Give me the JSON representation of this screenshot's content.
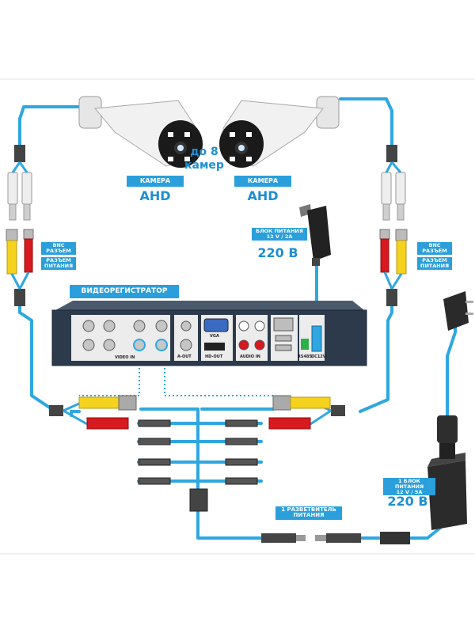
{
  "camera_left": {
    "label": "КАМЕРА",
    "type": "AHD"
  },
  "camera_right": {
    "label": "КАМЕРА",
    "type": "AHD"
  },
  "camera_count": {
    "line1": "до 8",
    "line2": "камер"
  },
  "bnc_left": {
    "line1": "BNC",
    "line2": "РАЗЪЕМ"
  },
  "power_left": {
    "line1": "РАЗЪЕМ",
    "line2": "ПИТАНИЯ"
  },
  "bnc_right": {
    "line1": "BNC",
    "line2": "РАЗЪЕМ"
  },
  "power_right": {
    "line1": "РАЗЪЕМ",
    "line2": "ПИТАНИЯ"
  },
  "psu_small": {
    "line1": "БЛОК ПИТАНИЯ",
    "line2": "12 V / 2A",
    "voltage": "220 В"
  },
  "dvr": {
    "title": "ВИДЕОРЕГИСТРАТОР",
    "ports": {
      "video_in": "VIDEO IN",
      "vga": "VGA",
      "hd_out": "HD-OUT",
      "a_out": "A-OUT",
      "audio_in": "AUDIO IN",
      "rs485": "RS485",
      "dc12v": "DC12V"
    }
  },
  "psu_big": {
    "line1": "1 БЛОК ПИТАНИЯ",
    "line2": "12 V / 5A",
    "voltage": "220 В"
  },
  "splitter": {
    "line1": "1 РАЗВЕТВИТЕЛЬ",
    "line2": "ПИТАНИЯ"
  },
  "colors": {
    "cable": "#2fa7e0",
    "tag_bg": "#2a9fdb",
    "dvr_body": "#2c3a4c",
    "bnc_yellow": "#f5d21e",
    "power_red": "#d8191f"
  }
}
